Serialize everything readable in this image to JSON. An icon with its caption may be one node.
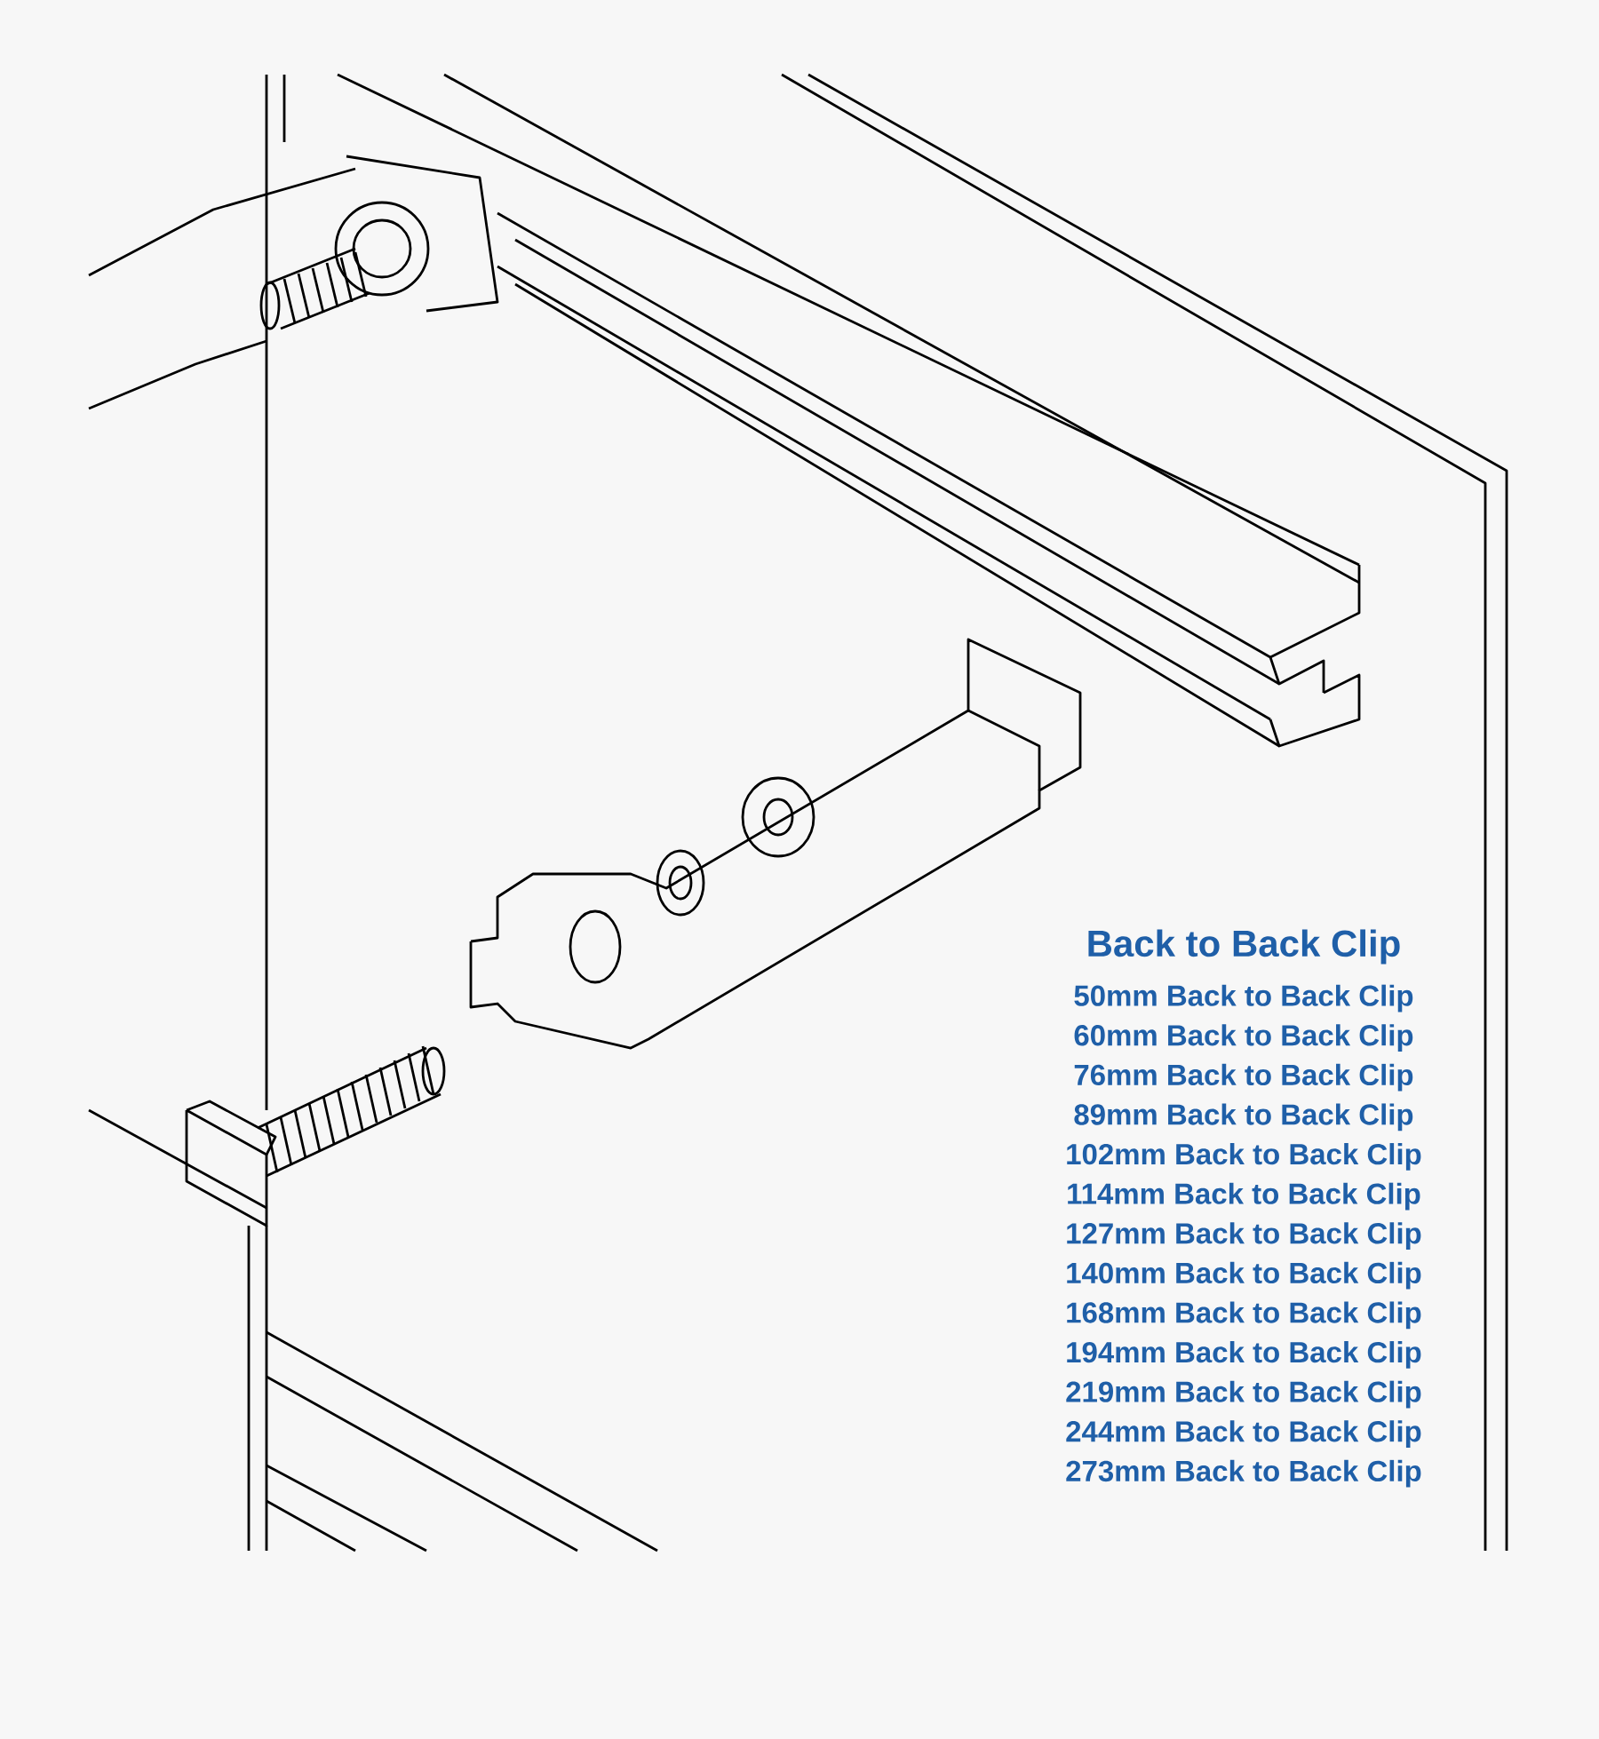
{
  "diagram": {
    "title": "Back to Back Clip",
    "labels": [
      "50mm Back to Back Clip",
      "60mm Back to Back Clip",
      "76mm Back to Back Clip",
      "89mm Back to Back Clip",
      "102mm Back to Back Clip",
      "114mm Back to Back Clip",
      "127mm Back to Back Clip",
      "140mm Back to Back Clip",
      "168mm Back to Back Clip",
      "194mm Back to Back Clip",
      "219mm Back to Back Clip",
      "244mm Back to Back Clip",
      "273mm Back to Back Clip"
    ]
  }
}
